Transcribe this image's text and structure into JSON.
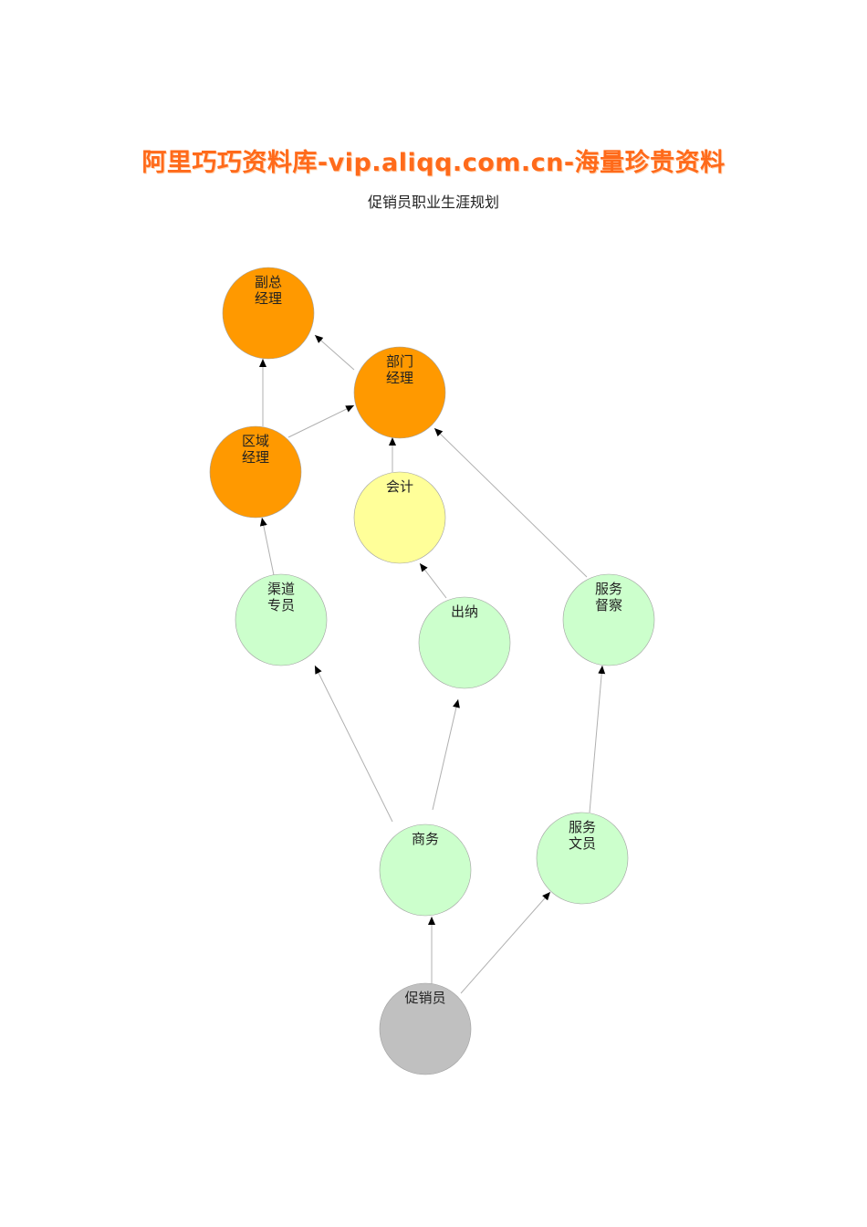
{
  "banner": "阿里巧巧资料库-vip.aliqq.com.cn-海量珍贵资料",
  "title": "促销员职业生涯规划",
  "colors": {
    "banner": "#ff6a1a",
    "manager": "#ff9900",
    "accountant": "#ffff99",
    "staff": "#ccffcc",
    "start": "#c0c0c0",
    "edge": "#b0b0b0",
    "arrow": "#000000"
  },
  "nodes": [
    {
      "id": "vice_gm",
      "lines": [
        "副总",
        "经理"
      ],
      "level": "manager"
    },
    {
      "id": "dept_mgr",
      "lines": [
        "部门",
        "经理"
      ],
      "level": "manager"
    },
    {
      "id": "region_mgr",
      "lines": [
        "区域",
        "经理"
      ],
      "level": "manager"
    },
    {
      "id": "accountant",
      "lines": [
        "会计"
      ],
      "level": "accountant"
    },
    {
      "id": "channel",
      "lines": [
        "渠道",
        "专员"
      ],
      "level": "staff"
    },
    {
      "id": "cashier",
      "lines": [
        "出纳"
      ],
      "level": "staff"
    },
    {
      "id": "supervisor",
      "lines": [
        "服务",
        "督察"
      ],
      "level": "staff"
    },
    {
      "id": "business",
      "lines": [
        "商务"
      ],
      "level": "staff"
    },
    {
      "id": "clerk",
      "lines": [
        "服务",
        "文员"
      ],
      "level": "staff"
    },
    {
      "id": "promoter",
      "lines": [
        "促销员"
      ],
      "level": "start"
    }
  ],
  "edges": [
    {
      "from": "promoter",
      "to": "business"
    },
    {
      "from": "promoter",
      "to": "clerk"
    },
    {
      "from": "business",
      "to": "channel"
    },
    {
      "from": "business",
      "to": "cashier"
    },
    {
      "from": "clerk",
      "to": "supervisor"
    },
    {
      "from": "channel",
      "to": "region_mgr"
    },
    {
      "from": "cashier",
      "to": "accountant"
    },
    {
      "from": "supervisor",
      "to": "dept_mgr"
    },
    {
      "from": "accountant",
      "to": "dept_mgr"
    },
    {
      "from": "region_mgr",
      "to": "dept_mgr"
    },
    {
      "from": "region_mgr",
      "to": "vice_gm"
    },
    {
      "from": "dept_mgr",
      "to": "vice_gm"
    }
  ]
}
